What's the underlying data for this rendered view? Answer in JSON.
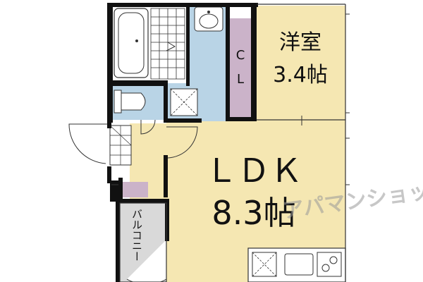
{
  "floorplan": {
    "rooms": {
      "western_room": {
        "name": "洋室",
        "size": "3.4帖"
      },
      "ldk": {
        "name": "ＬＤＫ",
        "size": "8.3帖"
      },
      "closet": {
        "line1": "C",
        "line2": "L"
      },
      "balcony": {
        "name": "バルコニー"
      }
    },
    "watermark": {
      "text": "アパマンショップ"
    },
    "colors": {
      "wall": "#111111",
      "floor_wood": "#f5e7b2",
      "wet_area": "#b9d4e6",
      "closet": "#cbb3c9",
      "balcony": "#d9d9d9",
      "floor_white": "#ffffff",
      "watermark": "#9a9a9a"
    }
  }
}
